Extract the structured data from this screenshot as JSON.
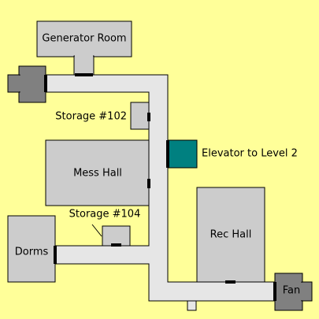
{
  "rooms": {
    "generator_room": "Generator Room",
    "storage_102": "Storage #102",
    "elevator": "Elevator to Level 2",
    "mess_hall": "Mess Hall",
    "storage_104": "Storage #104",
    "rec_hall": "Rec Hall",
    "dorms": "Dorms",
    "fan": "Fan"
  },
  "colors": {
    "background": "#ffff99",
    "room_fill": "#cccccc",
    "corridor_fill": "#e6e6e6",
    "dark_fill": "#808080",
    "elevator_fill": "#008080",
    "outline": "#000000"
  }
}
